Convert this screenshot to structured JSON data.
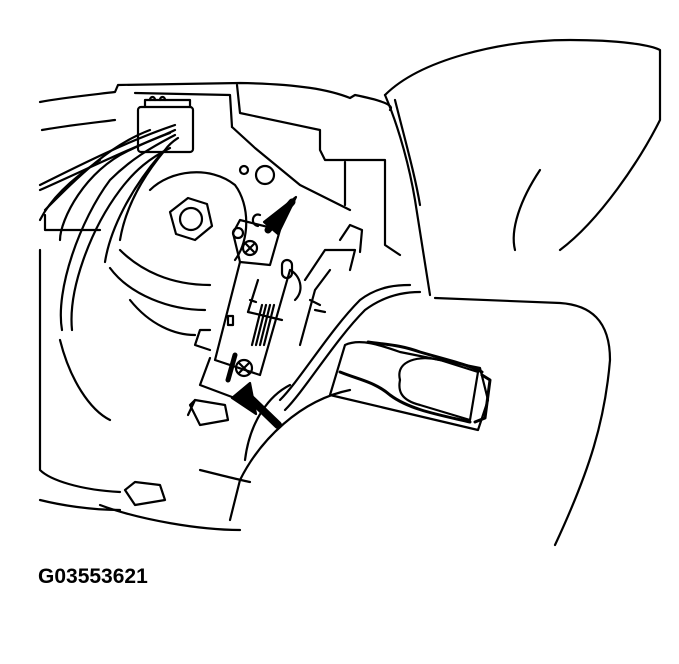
{
  "figure": {
    "type": "technical-line-drawing",
    "subject": "steering column combination switch area with lever, clock spring hub and switch assembly",
    "caption": "G03553621",
    "callouts": [
      {
        "name": "arrow-upper-screw",
        "points_to": "upper mounting screw"
      },
      {
        "name": "arrow-lower-screw",
        "points_to": "lower mounting screw"
      }
    ],
    "colors": {
      "line": "#000000",
      "background": "#ffffff"
    }
  }
}
